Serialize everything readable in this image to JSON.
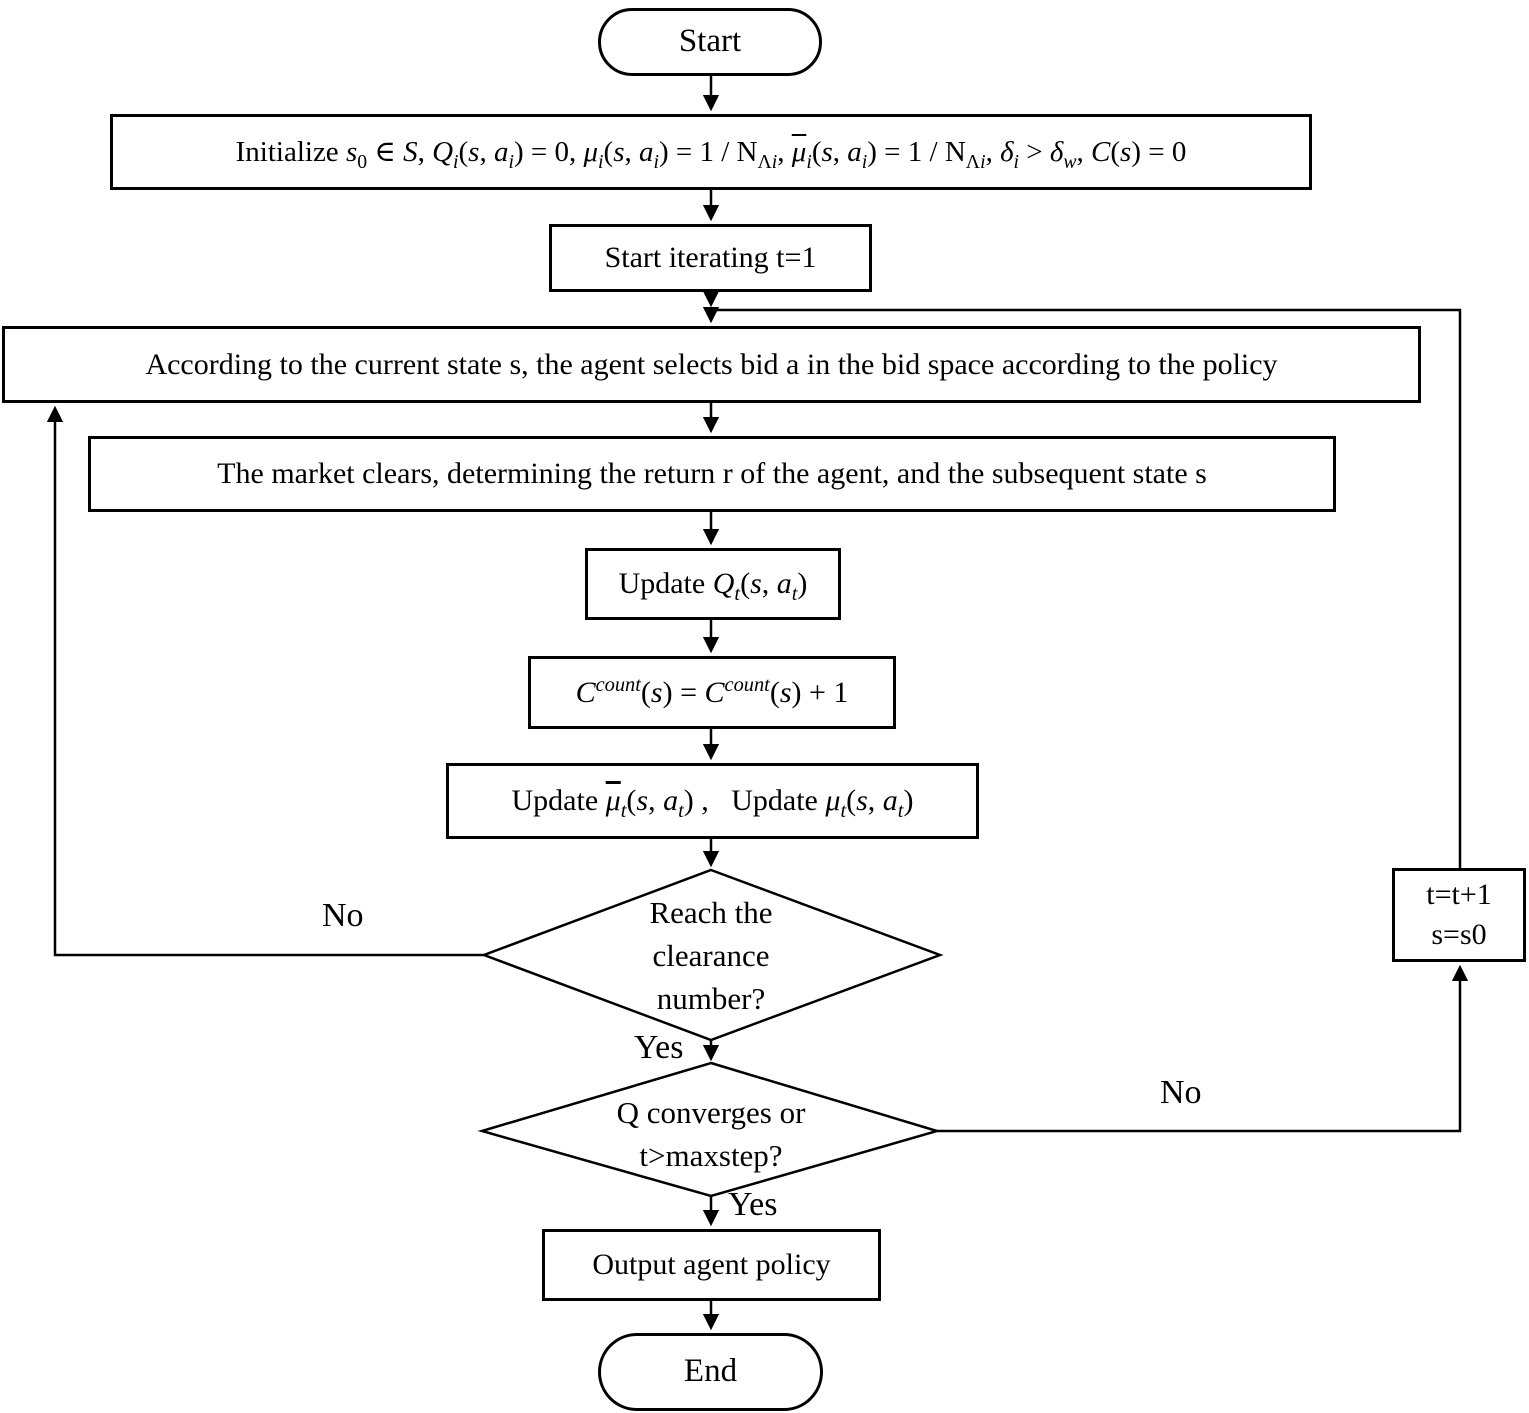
{
  "flowchart": {
    "colors": {
      "stroke": "#000000",
      "fill": "#ffffff"
    },
    "nodes": {
      "start": {
        "label": "Start"
      },
      "initialize": {
        "formula_html": "Initialize <i>s</i><sub>0</sub> ∈ <i>S</i>, <i>Q<sub>i</sub></i>(<i>s</i>, <i>a<sub>i</sub></i>) = 0, <i>μ<sub>i</sub></i>(<i>s</i>, <i>a<sub>i</sub></i>) = 1 / N<sub>Λ<i>i</i></sub>, <i><span class=\"ol\">μ</span><sub>i</sub></i>(<i>s</i>, <i>a<sub>i</sub></i>) = 1 / N<sub>Λ<i>i</i></sub>, <i>δ<sub>i</sub></i> &gt; <i>δ<sub>w</sub></i>, <i>C</i>(<i>s</i>) = 0"
      },
      "start_iterating": {
        "label": "Start iterating t=1"
      },
      "select_bid": {
        "label": "According to the current state s, the agent selects bid a in the bid space according to the policy"
      },
      "market_clears": {
        "label": "The market clears, determining the return r of the agent, and the subsequent state s"
      },
      "update_q": {
        "formula_html": "Update <i>Q<sub>t</sub></i>(<i>s</i>, <i>a<sub>t</sub></i>)"
      },
      "update_count": {
        "formula_html": "<i>C</i><sup><i>count</i></sup>(<i>s</i>) = <i>C</i><sup><i>count</i></sup>(<i>s</i>) + 1"
      },
      "update_mu": {
        "formula_html": "Update <i><span class=\"ol\">μ</span><sub>t</sub></i>(<i>s</i>, <i>a<sub>t</sub></i>) ,&nbsp;&nbsp; Update <i>μ<sub>t</sub></i>(<i>s</i>, <i>a<sub>t</sub></i>)"
      },
      "clearance_decision": {
        "line1": "Reach the",
        "line2": "clearance",
        "line3": "number?"
      },
      "converge_decision": {
        "line1": "Q converges or",
        "line2": "t>maxstep?"
      },
      "loop_update": {
        "line1": "t=t+1",
        "line2": "s=s0"
      },
      "output_policy": {
        "label": "Output agent policy"
      },
      "end": {
        "label": "End"
      }
    },
    "edge_labels": {
      "clearance_no": "No",
      "clearance_yes": "Yes",
      "converge_no": "No",
      "converge_yes": "Yes"
    }
  }
}
